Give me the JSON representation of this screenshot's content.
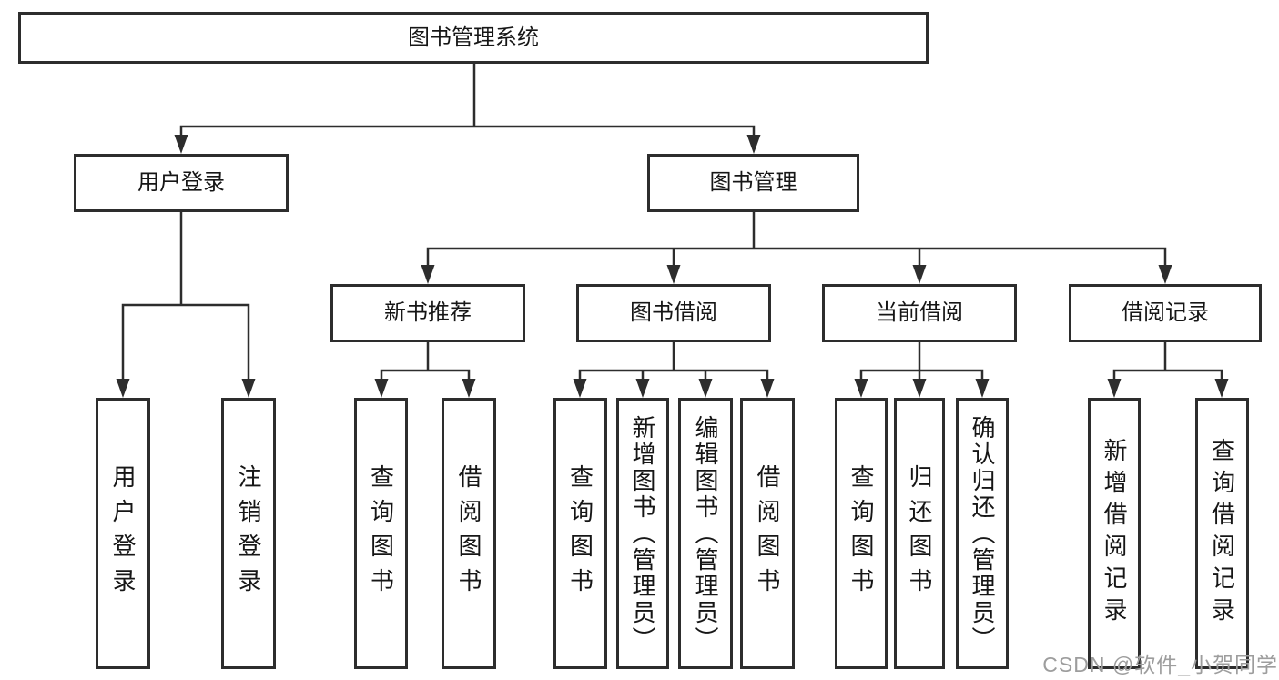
{
  "diagram": {
    "tree": {
      "label": "图书管理系统",
      "children": [
        {
          "label": "用户登录",
          "children": [
            {
              "label": "用户登录"
            },
            {
              "label": "注销登录"
            }
          ]
        },
        {
          "label": "图书管理",
          "children": [
            {
              "label": "新书推荐",
              "children": [
                {
                  "label": "查询图书"
                },
                {
                  "label": "借阅图书"
                }
              ]
            },
            {
              "label": "图书借阅",
              "children": [
                {
                  "label": "查询图书"
                },
                {
                  "label": "新增图书（管理员）"
                },
                {
                  "label": "编辑图书（管理员）"
                },
                {
                  "label": "借阅图书"
                }
              ]
            },
            {
              "label": "当前借阅",
              "children": [
                {
                  "label": "查询图书"
                },
                {
                  "label": "归还图书"
                },
                {
                  "label": "确认归还（管理员）"
                }
              ]
            },
            {
              "label": "借阅记录",
              "children": [
                {
                  "label": "新增借阅记录"
                },
                {
                  "label": "查询借阅记录"
                }
              ]
            }
          ]
        }
      ]
    },
    "colors": {
      "line": "#2d2d2d",
      "box_border": "#2d2d2d",
      "text": "#161616",
      "background": "#ffffff",
      "watermark": "#9d9d9d"
    }
  },
  "watermark": {
    "text": "CSDN @软件_小贺同学"
  }
}
